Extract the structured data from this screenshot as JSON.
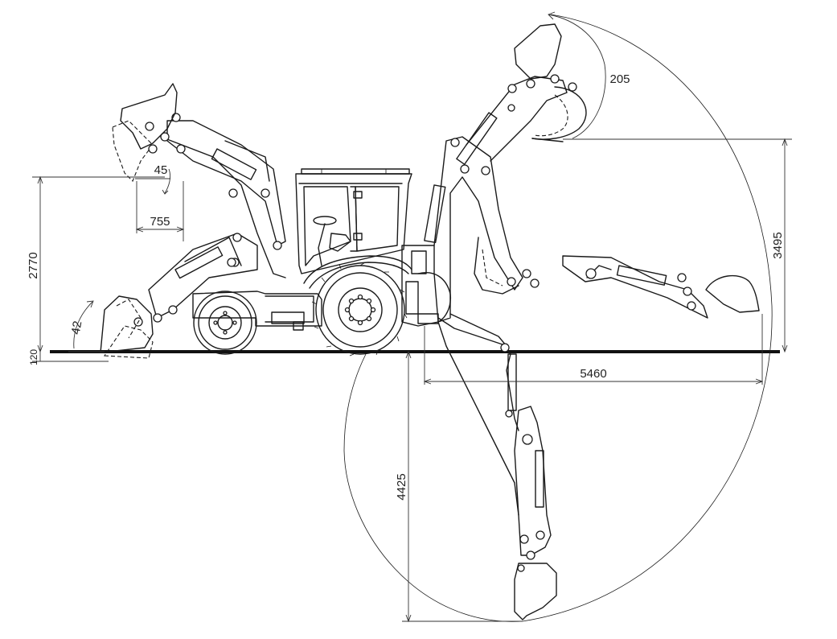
{
  "dimensions": {
    "loader_dump_angle": "45",
    "loader_reach": "755",
    "loader_dump_height": "2770",
    "digging_depth_below_ground": "120",
    "rollback_angle": "42",
    "backhoe_bucket_rotation": "205",
    "backhoe_loading_height": "3495",
    "backhoe_reach": "5460",
    "backhoe_digging_depth": "4425"
  },
  "colors": {
    "line": "#1a1a1a",
    "ground": "#111111",
    "background": "#ffffff"
  }
}
